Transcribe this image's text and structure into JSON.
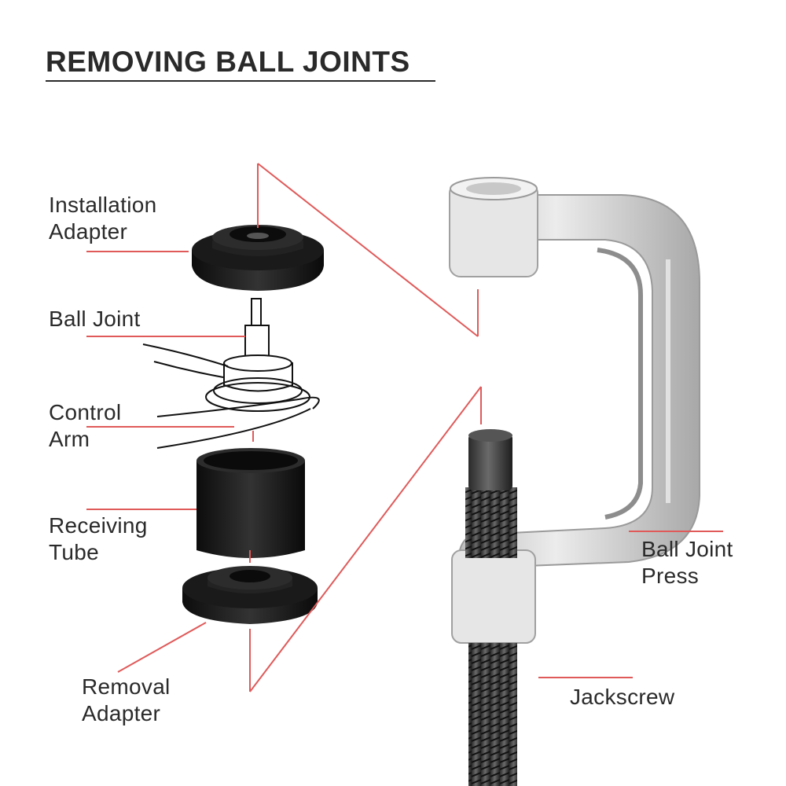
{
  "title": "REMOVING BALL JOINTS",
  "labels": {
    "installation_adapter": {
      "line1": "Installation",
      "line2": "Adapter"
    },
    "ball_joint": {
      "line1": "Ball Joint"
    },
    "control_arm": {
      "line1": "Control",
      "line2": "Arm"
    },
    "receiving_tube": {
      "line1": "Receiving",
      "line2": "Tube"
    },
    "removal_adapter": {
      "line1": "Removal",
      "line2": "Adapter"
    },
    "ball_joint_press": {
      "line1": "Ball Joint",
      "line2": "Press"
    },
    "jackscrew": {
      "line1": "Jackscrew"
    }
  },
  "colors": {
    "leader_line": "#e05a5a",
    "press_frame": "#d9d9d9",
    "adapter_black": "#151515",
    "text": "#2a2a2a"
  },
  "icons": [
    "installation-adapter-icon",
    "ball-joint-icon",
    "control-arm-icon",
    "receiving-tube-icon",
    "removal-adapter-icon",
    "ball-joint-press-icon",
    "jackscrew-icon"
  ]
}
